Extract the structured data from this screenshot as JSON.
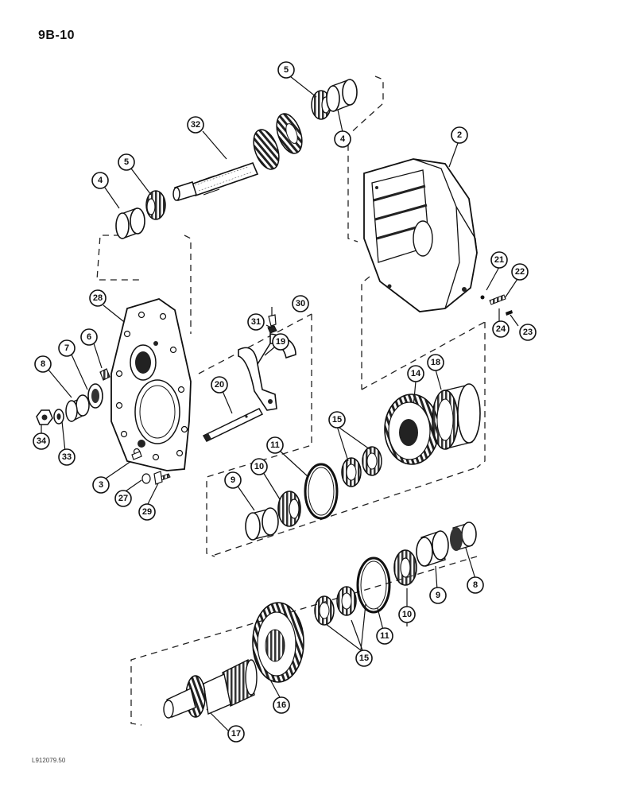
{
  "page": {
    "code": "9B-10",
    "drawing_id": "L912079.50"
  },
  "callouts": {
    "c2": "2",
    "c3": "3",
    "c4a": "4",
    "c4b": "4",
    "c5a": "5",
    "c5b": "5",
    "c6": "6",
    "c7": "7",
    "c8a": "8",
    "c8b": "8",
    "c9a": "9",
    "c9b": "9",
    "c10a": "10",
    "c10b": "10",
    "c11a": "11",
    "c11b": "11",
    "c14": "14",
    "c15a": "15",
    "c15b": "15",
    "c16": "16",
    "c17": "17",
    "c18": "18",
    "c19": "19",
    "c20": "20",
    "c21": "21",
    "c22": "22",
    "c23": "23",
    "c24": "24",
    "c27": "27",
    "c28": "28",
    "c29": "29",
    "c30": "30",
    "c31": "31",
    "c32": "32",
    "c33": "33",
    "c34": "34"
  }
}
